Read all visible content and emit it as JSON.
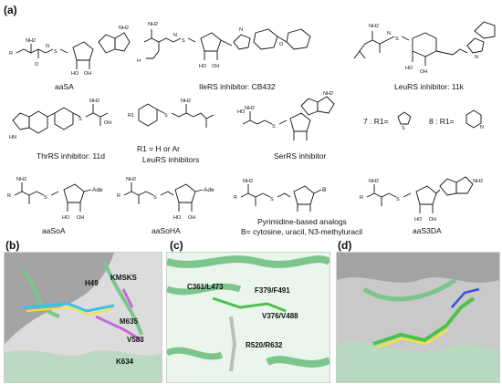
{
  "panels": {
    "a": "(a)",
    "b": "(b)",
    "c": "(c)",
    "d": "(d)"
  },
  "compounds": {
    "aaSA": "aaSA",
    "ileRS": "IleRS inhibitor: CB432",
    "leuRS_11k": "LeuRS inhibitor: 11k",
    "thrRS": "ThrRS inhibitor: 11d",
    "leuRS_r1": "R1 = H or Ar",
    "leuRS_inh": "LeuRS inhibitors",
    "serRS": "SerRS inhibitor",
    "r1_7": "7 : R1=",
    "r1_8": "8 : R1=",
    "aaSoA": "aaSoA",
    "aaSoHA": "aaSoHA",
    "pyr_title": "Pyrimidine-based analogs",
    "pyr_b": "B= cytosine, uracil, N3-methyluracil",
    "aaS3DA": "aaS3DA"
  },
  "atoms": {
    "R": "R",
    "R1": "R1",
    "NH2": "NH2",
    "N": "N",
    "H": "H",
    "O": "O",
    "S": "S",
    "OH": "OH",
    "HO": "HO",
    "HN": "HN",
    "Ade": "Ade",
    "B": "B",
    "HNN": "N"
  },
  "panel_b_residues": {
    "h49": "H49",
    "kmsks": "KMSKS",
    "m635": "M635",
    "v583": "V583",
    "k634": "K634"
  },
  "panel_c_residues": {
    "c361": "C361/L473",
    "f379": "F379/F491",
    "v376": "V376/V488",
    "r520": "R520/R632"
  },
  "colors": {
    "protein_green": "#7cc68e",
    "ligand_cyan": "#34c3e8",
    "ligand_yellow": "#f2e33a",
    "ligand_green": "#4cc24c",
    "surface_gray": "#9a9a9a",
    "magenta": "#c46ad6"
  }
}
